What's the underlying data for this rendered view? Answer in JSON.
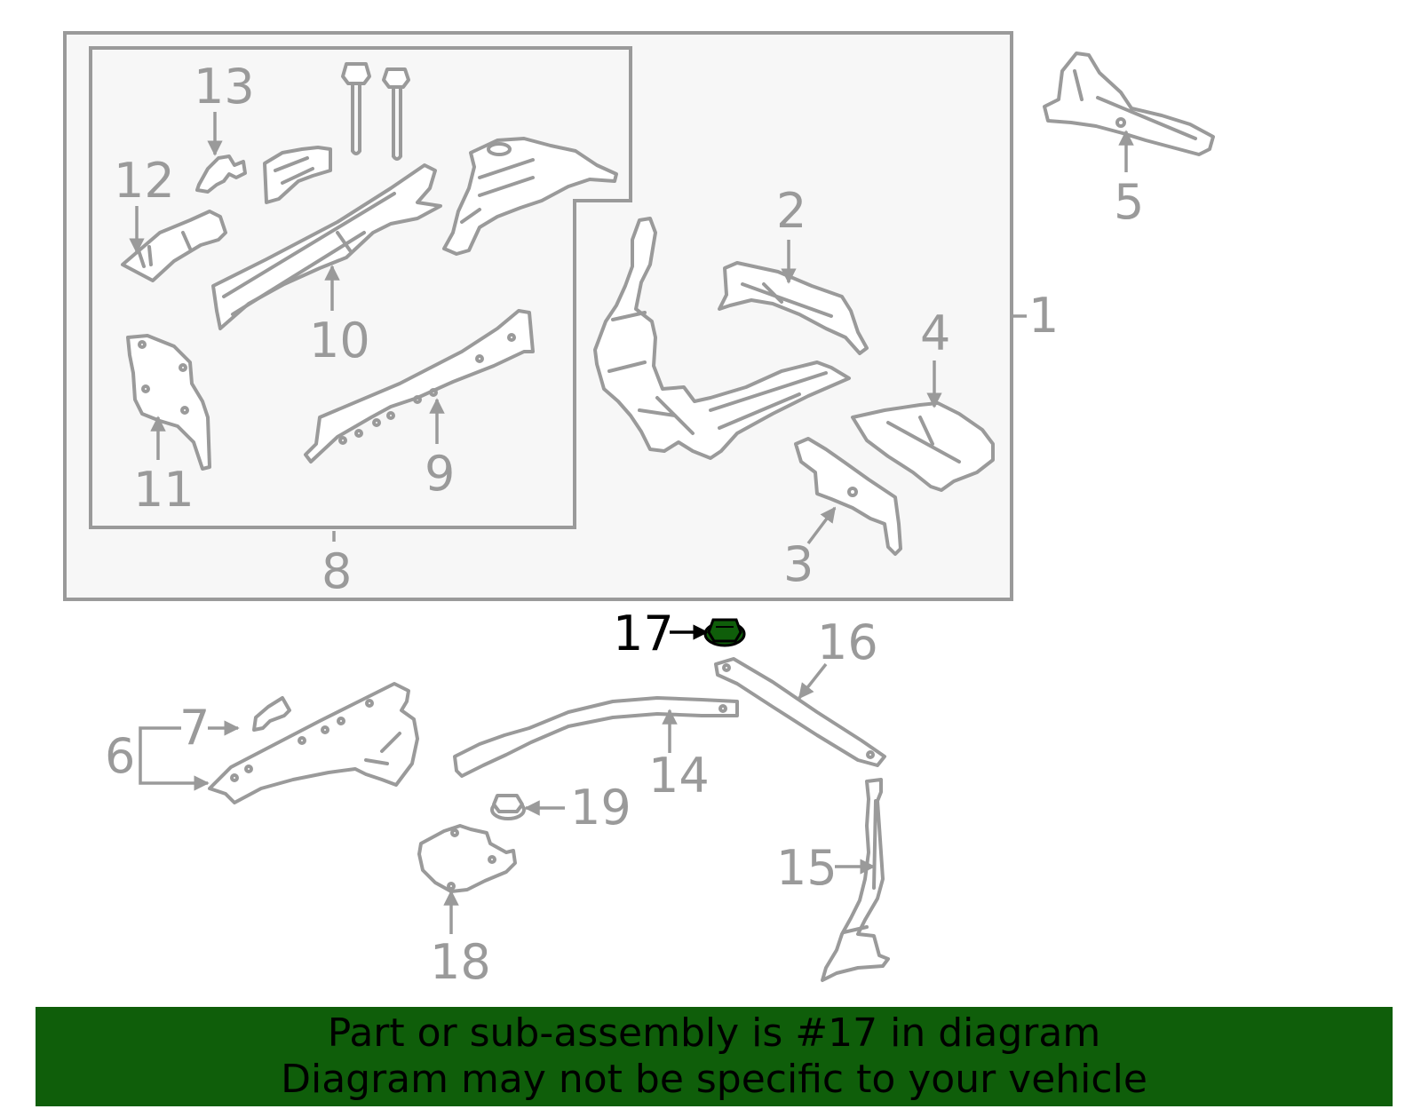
{
  "diagram": {
    "highlighted_part": "17",
    "highlight_color": "#0f5e0a",
    "line_color": "#9a9a9a",
    "labels": {
      "p1": "1",
      "p2": "2",
      "p3": "3",
      "p4": "4",
      "p5": "5",
      "p6": "6",
      "p7": "7",
      "p8": "8",
      "p9": "9",
      "p10": "10",
      "p11": "11",
      "p12": "12",
      "p13": "13",
      "p14": "14",
      "p15": "15",
      "p16": "16",
      "p17": "17",
      "p18": "18",
      "p19": "19"
    }
  },
  "banner": {
    "line1": "Part or sub-assembly is #17 in diagram",
    "line2": "Diagram may not be specific to your vehicle",
    "background": "#0f5e0a"
  }
}
